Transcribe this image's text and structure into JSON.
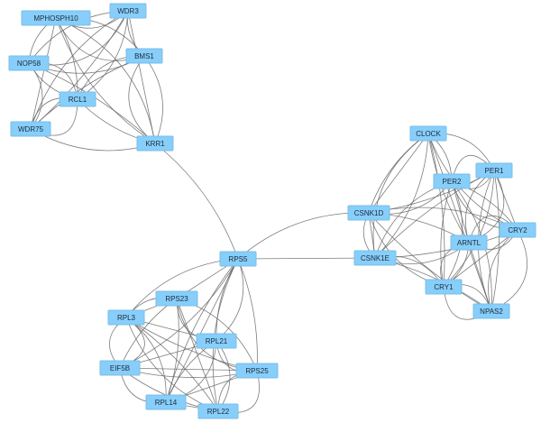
{
  "colors": {
    "node_fill": "#87CEFA",
    "edge": "#666666",
    "label": "#1C2A3A"
  },
  "nodes": [
    {
      "id": "MPHOSPH10",
      "label": "MPHOSPH10"
    },
    {
      "id": "WDR3",
      "label": "WDR3"
    },
    {
      "id": "NOP58",
      "label": "NOP58"
    },
    {
      "id": "BMS1",
      "label": "BMS1"
    },
    {
      "id": "RCL1",
      "label": "RCL1"
    },
    {
      "id": "WDR75",
      "label": "WDR75"
    },
    {
      "id": "KRR1",
      "label": "KRR1"
    },
    {
      "id": "CLOCK",
      "label": "CLOCK"
    },
    {
      "id": "PER1",
      "label": "PER1"
    },
    {
      "id": "PER2",
      "label": "PER2"
    },
    {
      "id": "CSNK1D",
      "label": "CSNK1D"
    },
    {
      "id": "CRY2",
      "label": "CRY2"
    },
    {
      "id": "ARNTL",
      "label": "ARNTL"
    },
    {
      "id": "CSNK1E",
      "label": "CSNK1E"
    },
    {
      "id": "CRY1",
      "label": "CRY1"
    },
    {
      "id": "NPAS2",
      "label": "NPAS2"
    },
    {
      "id": "RPS5",
      "label": "RPS5"
    },
    {
      "id": "RPS23",
      "label": "RPS23"
    },
    {
      "id": "RPL3",
      "label": "RPL3"
    },
    {
      "id": "RPL21",
      "label": "RPL21"
    },
    {
      "id": "EIF5B",
      "label": "EIF5B"
    },
    {
      "id": "RPS25",
      "label": "RPS25"
    },
    {
      "id": "RPL14",
      "label": "RPL14"
    },
    {
      "id": "RPL22",
      "label": "RPL22"
    }
  ],
  "clusters": [
    [
      "MPHOSPH10",
      "WDR3",
      "NOP58",
      "BMS1",
      "RCL1",
      "WDR75",
      "KRR1"
    ],
    [
      "CLOCK",
      "PER1",
      "PER2",
      "CSNK1D",
      "CRY2",
      "ARNTL",
      "CSNK1E",
      "CRY1",
      "NPAS2"
    ],
    [
      "RPS5",
      "RPS23",
      "RPL3",
      "RPL21",
      "EIF5B",
      "RPS25",
      "RPL14",
      "RPL22"
    ]
  ],
  "bridges": [
    [
      "KRR1",
      "RPS5"
    ],
    [
      "RPS5",
      "CSNK1D"
    ],
    [
      "RPS5",
      "CSNK1E"
    ]
  ]
}
